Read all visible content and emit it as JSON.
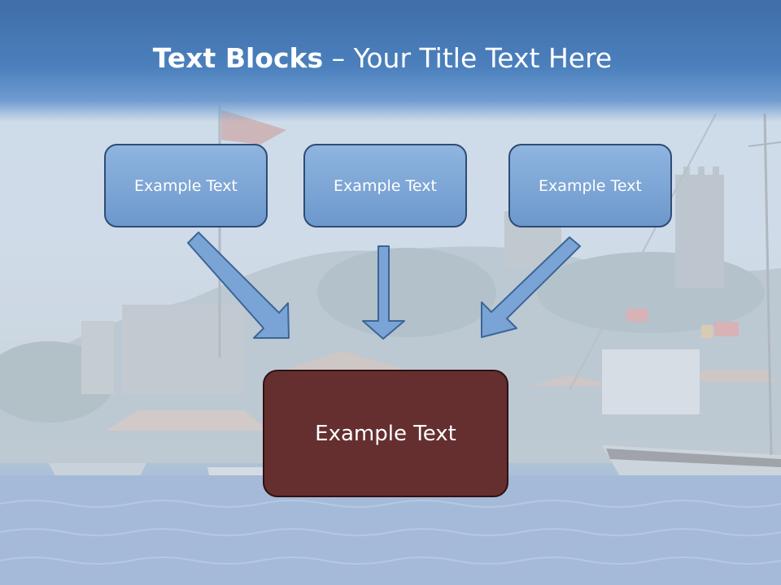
{
  "slide": {
    "title_bold": "Text Blocks",
    "title_rest": " – Your Title Text Here",
    "blocks": [
      {
        "label": "Example Text"
      },
      {
        "label": "Example Text"
      },
      {
        "label": "Example Text"
      }
    ],
    "main_block": {
      "label": "Example Text"
    }
  },
  "colors": {
    "header": "#4b80bd",
    "block_fill": "#7ba5d7",
    "block_border": "#2d4c75",
    "main_fill": "#652f2f",
    "arrow_fill": "#7aa3d6",
    "arrow_stroke": "#3d6596"
  }
}
